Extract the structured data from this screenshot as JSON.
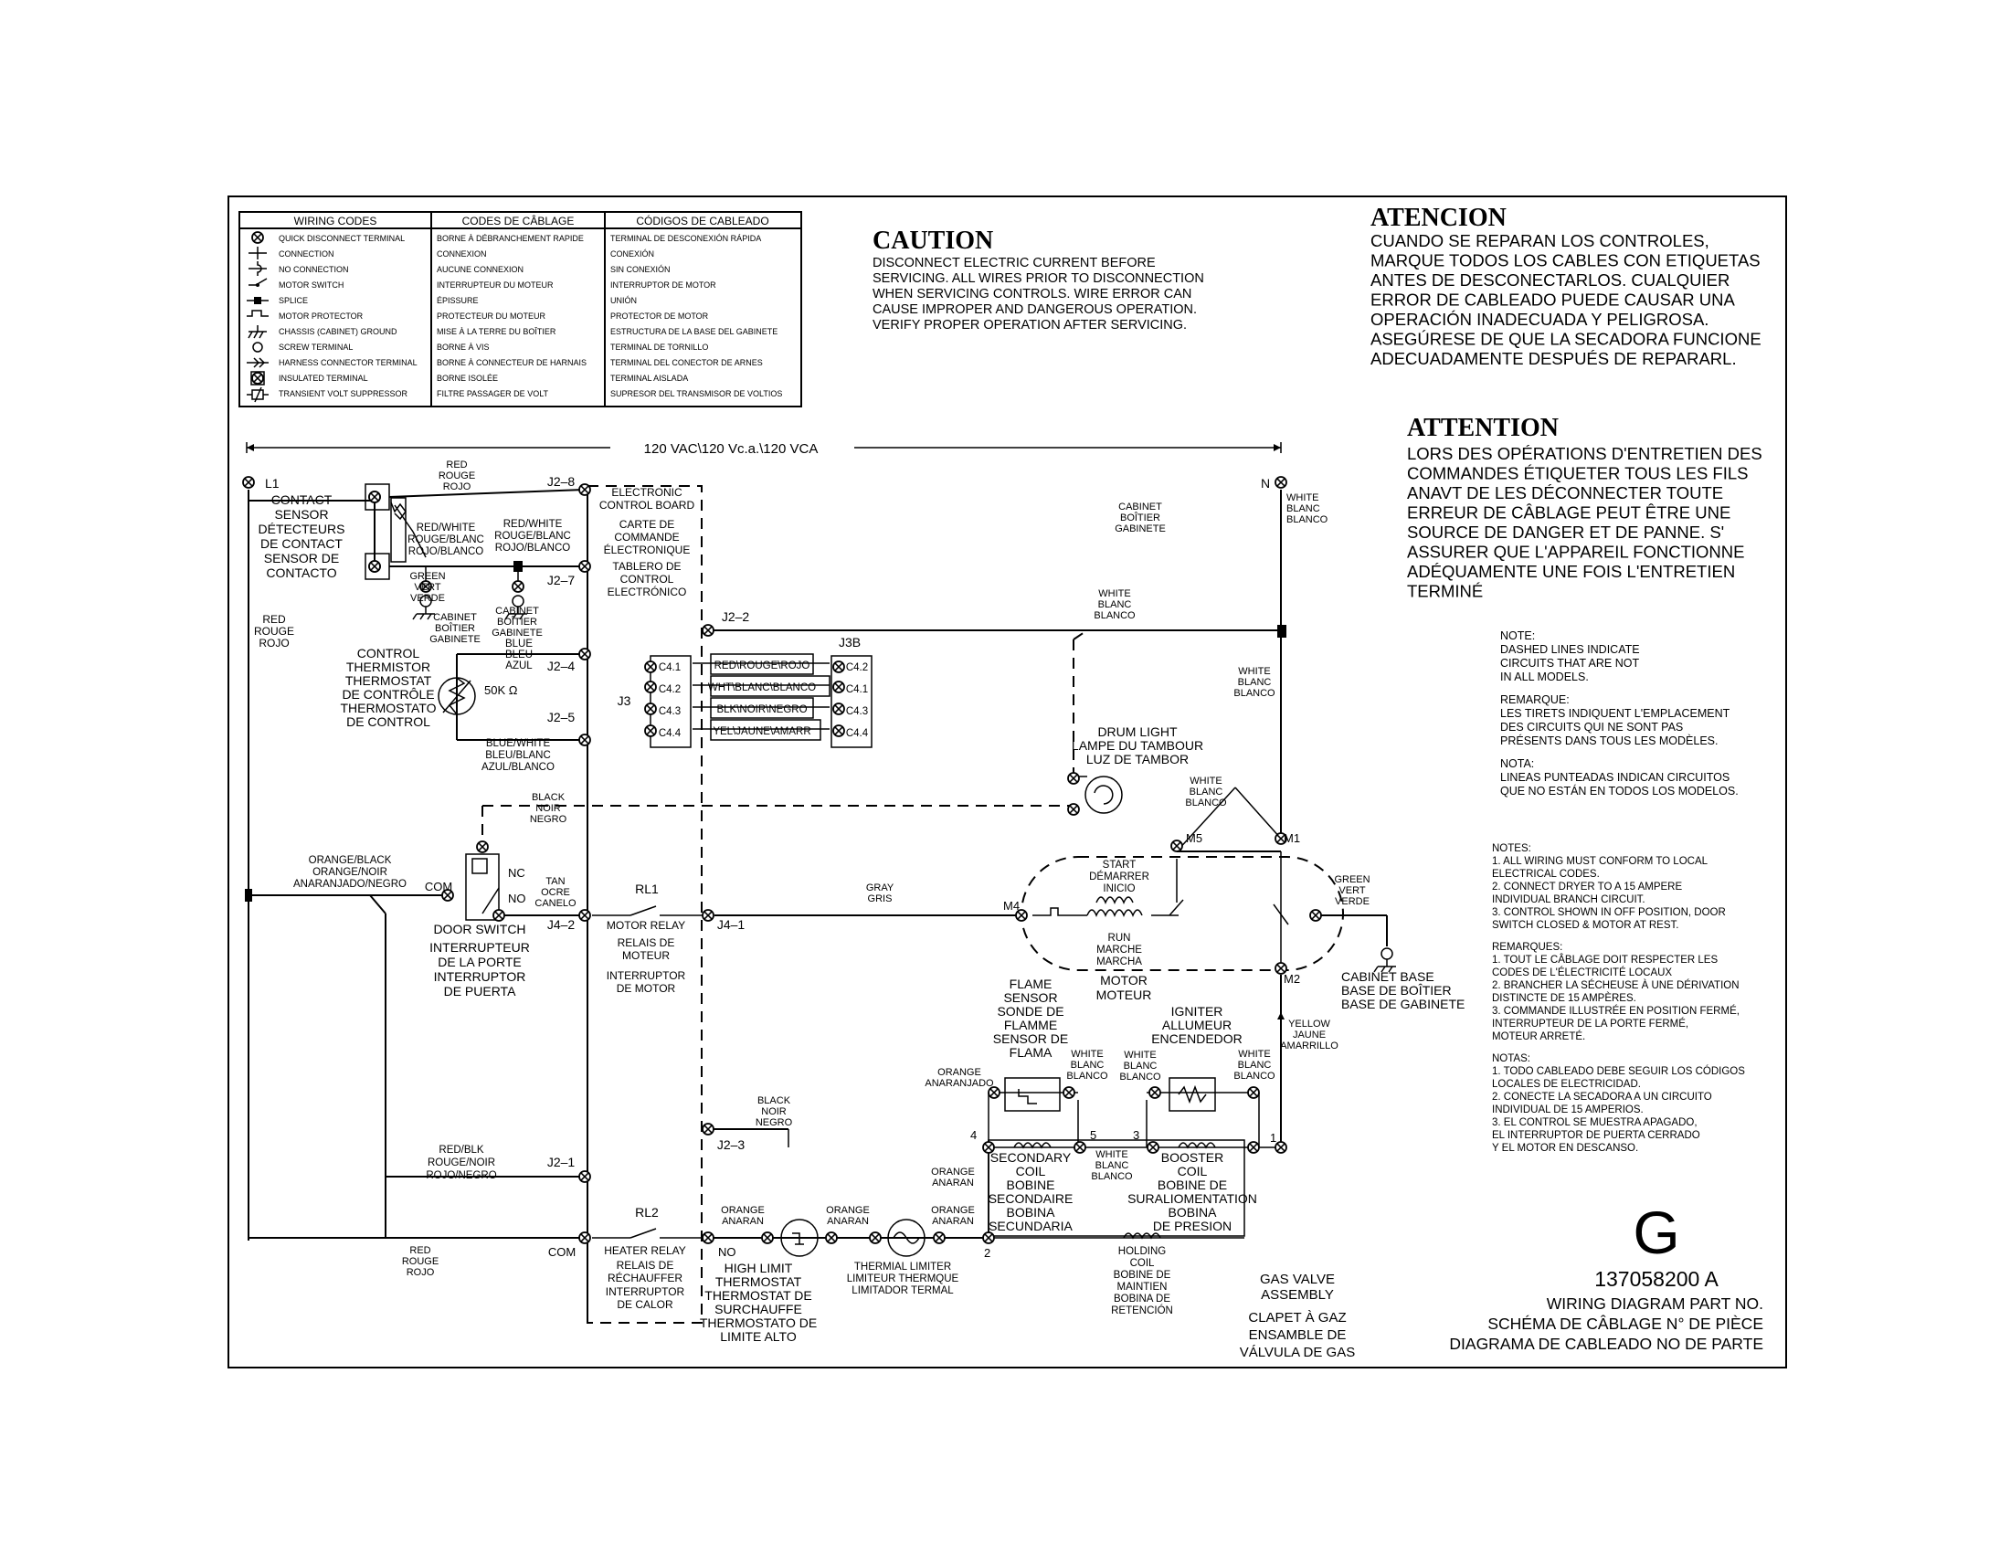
{
  "codes_table": {
    "headers": [
      "WIRING CODES",
      "CODES DE CÂBLAGE",
      "CÓDIGOS DE CABLEADO"
    ],
    "rows": [
      {
        "icon": "quick-disconnect-terminal-icon",
        "en": "QUICK DISCONNECT TERMINAL",
        "fr": "BORNE À DÉBRANCHEMENT RAPIDE",
        "es": "TERMINAL DE DESCONEXIÓN RÁPIDA"
      },
      {
        "icon": "connection-icon",
        "en": "CONNECTION",
        "fr": "CONNEXION",
        "es": "CONEXIÓN"
      },
      {
        "icon": "no-connection-icon",
        "en": "NO CONNECTION",
        "fr": "AUCUNE CONNEXION",
        "es": "SIN CONEXIÓN"
      },
      {
        "icon": "motor-switch-icon",
        "en": "MOTOR SWITCH",
        "fr": "INTERRUPTEUR DU MOTEUR",
        "es": "INTERRUPTOR DE MOTOR"
      },
      {
        "icon": "splice-icon",
        "en": "SPLICE",
        "fr": "ÉPISSURE",
        "es": "UNIÓN"
      },
      {
        "icon": "motor-protector-icon",
        "en": "MOTOR PROTECTOR",
        "fr": "PROTECTEUR DU MOTEUR",
        "es": "PROTECTOR DE MOTOR"
      },
      {
        "icon": "chassis-ground-icon",
        "en": "CHASSIS (CABINET) GROUND",
        "fr": "MISE À LA TERRE DU BOÎTIER",
        "es": "ESTRUCTURA DE LA BASE DEL GABINETE"
      },
      {
        "icon": "screw-terminal-icon",
        "en": "SCREW TERMINAL",
        "fr": "BORNE À VIS",
        "es": "TERMINAL DE TORNILLO"
      },
      {
        "icon": "harness-connector-icon",
        "en": "HARNESS CONNECTOR TERMINAL",
        "fr": "BORNE À CONNECTEUR DE HARNAIS",
        "es": "TERMINAL DEL CONECTOR DE ARNES"
      },
      {
        "icon": "insulated-terminal-icon",
        "en": "INSULATED TERMINAL",
        "fr": "BORNE ISOLÉE",
        "es": "TERMINAL AISLADA"
      },
      {
        "icon": "transient-volt-suppressor-icon",
        "en": "TRANSIENT VOLT SUPPRESSOR",
        "fr": "FILTRE PASSAGER DE VOLT",
        "es": "SUPRESOR DEL TRANSMISOR DE VOLTIOS"
      }
    ]
  },
  "caution": {
    "title": "CAUTION",
    "lines": [
      "DISCONNECT ELECTRIC CURRENT BEFORE",
      "SERVICING. ALL WIRES PRIOR TO DISCONNECTION",
      "WHEN SERVICING CONTROLS. WIRE ERROR CAN",
      "CAUSE IMPROPER AND DANGEROUS OPERATION.",
      "VERIFY PROPER OPERATION AFTER SERVICING."
    ]
  },
  "atencion": {
    "title": "ATENCION",
    "lines": [
      "CUANDO SE REPARAN LOS CONTROLES,",
      "MARQUE TODOS LOS CABLES CON ETIQUETAS",
      "ANTES DE DESCONECTARLOS. CUALQUIER",
      "ERROR DE CABLEADO PUEDE CAUSAR UNA",
      "OPERACIÓN INADECUADA Y PELIGROSA.",
      "ASEGÚRESE DE QUE LA SECADORA FUNCIONE",
      "ADECUADAMENTE DESPUÉS DE REPARARL."
    ]
  },
  "attention": {
    "title": "ATTENTION",
    "lines": [
      "LORS DES OPÉRATIONS D'ENTRETIEN DES",
      "COMMANDES ÉTIQUETER TOUS LES FILS",
      "ANAVT DE LES DÉCONNECTER TOUTE",
      "ERREUR DE CÂBLAGE PEUT ÊTRE UNE",
      "SOURCE DE DANGER ET DE PANNE. S'",
      "ASSURER QUE L'APPAREIL FONCTIONNE",
      "ADÉQUAMENTE UNE FOIS L'ENTRETIEN",
      "TERMINÉ"
    ]
  },
  "note_dashed": {
    "lines": [
      "NOTE:",
      "DASHED LINES INDICATE",
      "CIRCUITS THAT ARE NOT",
      "IN ALL MODELS.",
      "REMARQUE:",
      "LES TIRETS INDIQUENT L'EMPLACEMENT",
      "DES CIRCUITS QUI NE SONT PAS",
      "PRÉSENTS DANS TOUS LES MODÈLES.",
      "NOTA:",
      "LINEAS PUNTEADAS INDICAN CIRCUITOS",
      "QUE NO ESTÁN EN TODOS LOS MODELOS."
    ]
  },
  "notes": {
    "lines": [
      "NOTES:",
      "1.  ALL WIRING MUST CONFORM TO LOCAL",
      "     ELECTRICAL CODES.",
      "2.  CONNECT DRYER TO A 15 AMPERE",
      "     INDIVIDUAL BRANCH CIRCUIT.",
      "3.  CONTROL SHOWN IN OFF POSITION, DOOR",
      "     SWITCH CLOSED & MOTOR AT REST.",
      "REMARQUES:",
      "1.  TOUT LE CÂBLAGE DOIT RESPECTER LES",
      "     CODES DE L'ÉLECTRICITÉ LOCAUX",
      "2.  BRANCHER LA SÉCHEUSE À UNE DÉRIVATION",
      "     DISTINCTE DE 15 AMPÈRES.",
      "3.  COMMANDE ILLUSTRÉE EN POSITION FERMÉ,",
      "     INTERRUPTEUR DE LA PORTE FERMÉ,",
      "     MOTEUR ARRETÉ.",
      "NOTAS:",
      "1.  TODO CABLEADO DEBE SEGUIR LOS CÓDIGOS",
      "     LOCALES DE ELECTRICIDAD.",
      "2.  CONECTE LA SECADORA A UN CIRCUITO",
      "     INDIVIDUAL DE 15 AMPERIOS.",
      "3.  EL CONTROL SE MUESTRA APAGADO,",
      "     EL INTERRUPTOR DE PUERTA CERRADO",
      "     Y EL MOTOR EN DESCANSO."
    ]
  },
  "title_block": {
    "letter": "G",
    "part_no": "137058200  A",
    "lines": [
      "WIRING DIAGRAM PART NO.",
      "SCHÉMA DE CÂBLAGE N° DE PIÈCE",
      "DIAGRAMA DE CABLEADO NO DE PARTE"
    ]
  },
  "diagram": {
    "voltage": "120 VAC\\120 Vc.a.\\120 VCA",
    "labels": {
      "l1": "L1",
      "n": "N",
      "contact_sensor": [
        "CONTACT",
        "SENSOR",
        "DÉTECTEURS",
        "DE CONTACT",
        "SENSOR DE",
        "CONTACTO"
      ],
      "red_top": [
        "RED",
        "ROUGE",
        "ROJO"
      ],
      "red_left": [
        "RED",
        "ROUGE",
        "ROJO"
      ],
      "red_white_1": [
        "RED/WHITE",
        "ROUGE/BLANC",
        "ROJO/BLANCO"
      ],
      "red_white_2": [
        "RED/WHITE",
        "ROUGE/BLANC",
        "ROJO/BLANCO"
      ],
      "green": [
        "GREEN",
        "VERT",
        "VERDE"
      ],
      "cabinet_1": [
        "CABINET",
        "BOÎTIER",
        "GABINETE"
      ],
      "cabinet_2": [
        "CABINET",
        "BOÎTIER",
        "GABINETE"
      ],
      "cabinet_top": [
        "CABINET",
        "BOÎTIER",
        "GABINETE"
      ],
      "j2_8": "J2–8",
      "j2_7": "J2–7",
      "j2_4": "J2–4",
      "j2_5": "J2–5",
      "j2_2": "J2–2",
      "j2_3": "J2–3",
      "j2_1": "J2–1",
      "j4_1": "J4–1",
      "j4_2": "J4–2",
      "ecb": [
        "ELECTRONIC",
        "CONTROL BOARD",
        "CARTE DE",
        "COMMANDE",
        "ÉLECTRONIQUE",
        "TABLERO DE",
        "CONTROL",
        "ELECTRÓNICO"
      ],
      "blue": [
        "BLUE",
        "BLEU",
        "AZUL"
      ],
      "thermistor": [
        "CONTROL",
        "THERMISTOR",
        "THERMOSTAT",
        "DE CONTRÔLE",
        "THERMOSTATO",
        "DE CONTROL"
      ],
      "ohm": "50K Ω",
      "blue_white": [
        "BLUE/WHITE",
        "BLEU/BLANC",
        "AZUL/BLANCO"
      ],
      "j3": "J3",
      "j3b": "J3B",
      "c_left": [
        "C4.1",
        "C4.2",
        "C4.3",
        "C4.4"
      ],
      "c_right": [
        "C4.2",
        "C4.1",
        "C4.3",
        "C4.4"
      ],
      "wires": [
        "RED\\ROUGE\\ROJO",
        "WHT\\BLANC\\BLANCO",
        "BLK\\NOIR\\NEGRO",
        "YEL\\JAUNE\\AMARR"
      ],
      "white_top": [
        "WHITE",
        "BLANC",
        "BLANCO"
      ],
      "white_n": [
        "WHITE",
        "BLANC",
        "BLANCO"
      ],
      "white_right": [
        "WHITE",
        "BLANC",
        "BLANCO"
      ],
      "white_m1": [
        "WHITE",
        "BLANC",
        "BLANCO"
      ],
      "drum_light": [
        "DRUM LIGHT",
        "LAMPE DU TAMBOUR",
        "LUZ DE TAMBOR"
      ],
      "black_1": [
        "BLACK",
        "NOIR",
        "NEGRO"
      ],
      "black_2": [
        "BLACK",
        "NOIR",
        "NEGRO"
      ],
      "orange_black": [
        "ORANGE/BLACK",
        "ORANGE/NOIR",
        "ANARANJADO/NEGRO"
      ],
      "com": "COM",
      "nc": "NC",
      "no": "NO",
      "tan": [
        "TAN",
        "OCRE",
        "CANELO"
      ],
      "door_switch": [
        "DOOR SWITCH",
        "INTERRUPTEUR",
        "DE LA PORTE",
        "INTERRUPTOR",
        "DE PUERTA"
      ],
      "rl1": "RL1",
      "motor_relay": [
        "MOTOR RELAY",
        "RELAIS DE",
        "MOTEUR",
        "INTERRUPTOR",
        "DE MOTOR"
      ],
      "gray": [
        "GRAY",
        "GRIS"
      ],
      "m1": "M1",
      "m2": "M2",
      "m4": "M4",
      "m5": "M5",
      "start": [
        "START",
        "DÉMARRER",
        "INICIO"
      ],
      "run": [
        "RUN",
        "MARCHE",
        "MARCHA"
      ],
      "motor": [
        "MOTOR",
        "MOTEUR"
      ],
      "green_right": [
        "GREEN",
        "VERT",
        "VERDE"
      ],
      "cabinet_base": [
        "CABINET BASE",
        "BASE DE BOÎTIER",
        "BASE DE GABINETE"
      ],
      "yellow": [
        "YELLOW",
        "JAUNE",
        "AMARRILLO"
      ],
      "flame_sensor": [
        "FLAME",
        "SENSOR",
        "SONDE DE",
        "FLAMME",
        "SENSOR DE",
        "FLAMA"
      ],
      "igniter": [
        "IGNITER",
        "ALLUMEUR",
        "ENCENDEDOR"
      ],
      "orange_a": [
        "ORANGE",
        "ANARANJADO"
      ],
      "white_fs": [
        "WHITE",
        "BLANC",
        "BLANCO"
      ],
      "white_ig": [
        "WHITE",
        "BLANC",
        "BLANCO"
      ],
      "white_ig2": [
        "WHITE",
        "BLANC",
        "BLANCO"
      ],
      "white_sec": [
        "WHITE",
        "BLANC",
        "BLANCO"
      ],
      "orange_b": [
        "ORANGE",
        "ANARAN"
      ],
      "orange_c": [
        "ORANGE",
        "ANARAN"
      ],
      "orange_d": [
        "ORANGE",
        "ANARAN"
      ],
      "orange_e": [
        "ORANGE",
        "ANARAN"
      ],
      "n1": "1",
      "n2": "2",
      "n3": "3",
      "n4": "4",
      "n5": "5",
      "secondary_coil": [
        "SECONDARY",
        "COIL",
        "BOBINE",
        "SECONDAIRE",
        "BOBINA",
        "SECUNDARIA"
      ],
      "booster_coil": [
        "BOOSTER",
        "COIL",
        "BOBINE DE",
        "SURALIOMENTATION",
        "BOBINA",
        "DE PRESION"
      ],
      "holding_coil": [
        "HOLDING",
        "COIL",
        "BOBINE DE",
        "MAINTIEN",
        "BOBINA DE",
        "RETENCIÓN"
      ],
      "red_blk": [
        "RED/BLK",
        "ROUGE/NOIR",
        "ROJO/NEGRO"
      ],
      "rl2": "RL2",
      "heater_relay": [
        "HEATER RELAY",
        "RELAIS DE",
        "RÉCHAUFFER",
        "INTERRUPTOR",
        "DE CALOR"
      ],
      "com2": "COM",
      "no2": "NO",
      "red_bottom": [
        "RED",
        "ROUGE",
        "ROJO"
      ],
      "high_limit": [
        "HIGH LIMIT",
        "THERMOSTAT",
        "THERMOSTAT DE",
        "SURCHAUFFE",
        "THERMOSTATO DE",
        "LIMITE ALTO"
      ],
      "thermal_limiter": [
        "THERMIAL LIMITER",
        "LIMITEUR THERMQUE",
        "LIMITADOR TERMAL"
      ],
      "gas_valve": [
        "GAS VALVE",
        "ASSEMBLY",
        "CLAPET À GAZ",
        "ENSAMBLE DE",
        "VÁLVULA DE GAS"
      ]
    }
  }
}
